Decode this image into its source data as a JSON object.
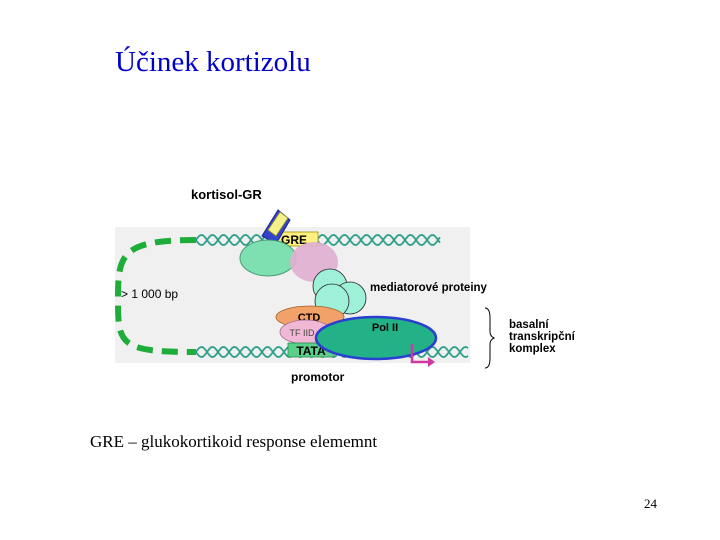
{
  "title": "Účinek kortizolu",
  "diagram": {
    "kortisol_gr": "kortisol-GR",
    "gre": "GRE",
    "distance": "> 1 000 bp",
    "mediator": "mediatorové proteiny",
    "ctd": "CTD",
    "tfiid": "TF IID",
    "pol2": "Pol II",
    "tata": "TATA",
    "promotor": "promotor",
    "basal_complex": "basalní transkripční komplex"
  },
  "caption": "GRE – glukokortikoid response elememnt",
  "page_number": "24",
  "colors": {
    "title": "#0000cc",
    "dna_strand": "#2ea08a",
    "loop": "#1fad3a",
    "gre_box": "#fff080",
    "receptor": "#7ee0b0",
    "pink_blob": "#e0b0d0",
    "mediator": "#9ef0d8",
    "ctd": "#f2a268",
    "tfiid": "#f0b8d4",
    "pol2": "#23b288",
    "pol2_outline": "#2a3fd0",
    "tata_box": "#5ad08a",
    "arrow": "#d03aa0",
    "background_panel": "#f0f0f0"
  }
}
